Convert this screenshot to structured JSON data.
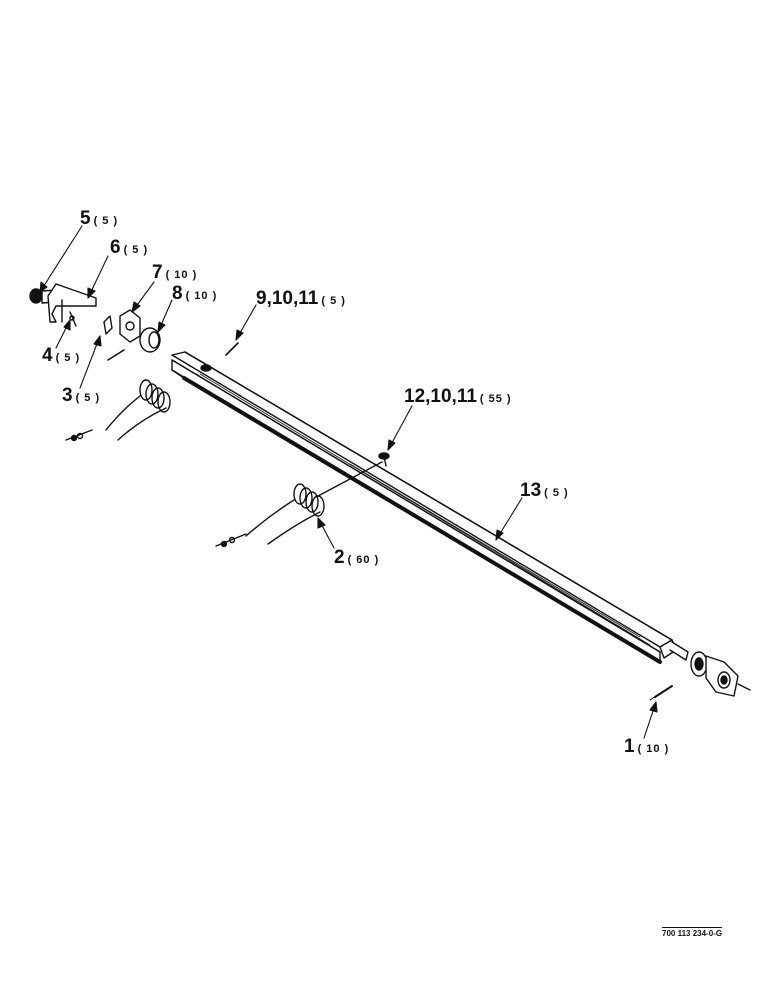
{
  "callouts": [
    {
      "id": "c5",
      "num": "5",
      "qty": "( 5 )"
    },
    {
      "id": "c6",
      "num": "6",
      "qty": "( 5 )"
    },
    {
      "id": "c7",
      "num": "7",
      "qty": "( 10 )"
    },
    {
      "id": "c8",
      "num": "8",
      "qty": "( 10 )"
    },
    {
      "id": "c9",
      "num": "9,10,11",
      "qty": "( 5 )"
    },
    {
      "id": "c4",
      "num": "4",
      "qty": "( 5 )"
    },
    {
      "id": "c3",
      "num": "3",
      "qty": "( 5 )"
    },
    {
      "id": "c12",
      "num": "12,10,11",
      "qty": "( 55 )"
    },
    {
      "id": "c13",
      "num": "13",
      "qty": "( 5 )"
    },
    {
      "id": "c2",
      "num": "2",
      "qty": "( 60 )"
    },
    {
      "id": "c1",
      "num": "1",
      "qty": "( 10 )"
    }
  ],
  "drawing_number": "700 113 234-0-G"
}
